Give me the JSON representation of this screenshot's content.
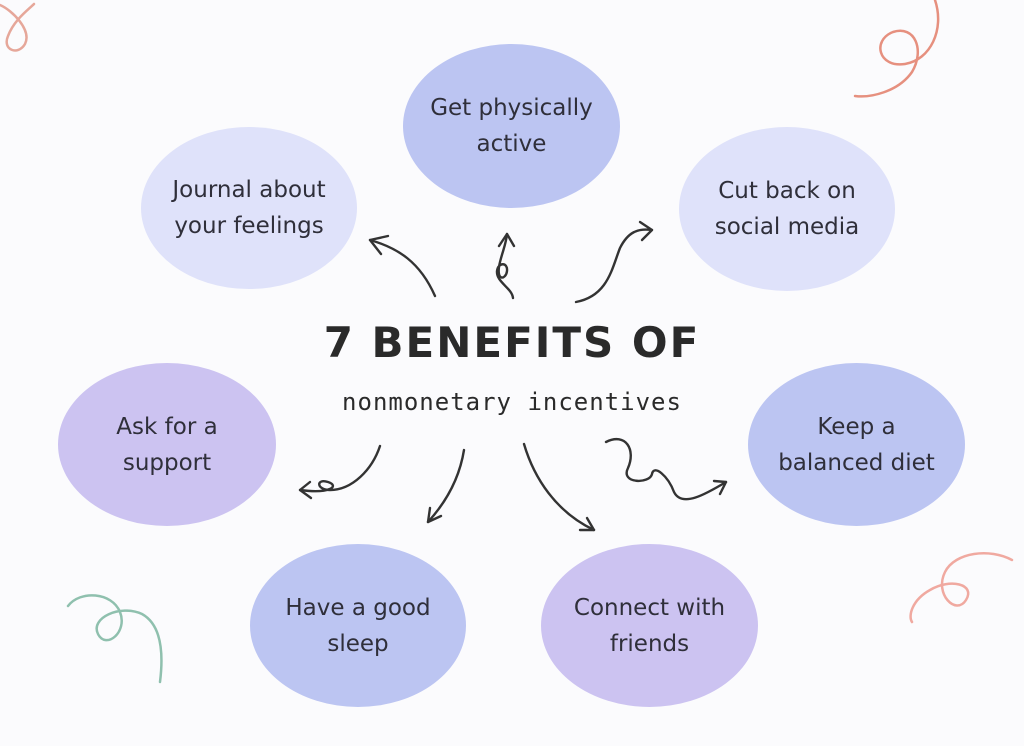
{
  "title": "7 BENEFITS OF",
  "subtitle": "nonmonetary incentives",
  "benefits": [
    {
      "label": "Get physically\nactive",
      "color": "#bcc5f2"
    },
    {
      "label": "Journal about\nyour feelings",
      "color": "#dfe2fa"
    },
    {
      "label": "Cut back on\nsocial media",
      "color": "#dfe2fa"
    },
    {
      "label": "Ask for a support",
      "color": "#ccc3f1"
    },
    {
      "label": "Keep a\nbalanced diet",
      "color": "#bcc5f2"
    },
    {
      "label": "Have a good\nsleep",
      "color": "#bcc5f2"
    },
    {
      "label": "Connect with\nfriends",
      "color": "#ccc3f1"
    }
  ],
  "colors": {
    "arrow": "#333333",
    "coral_squiggle": "#e6907f",
    "teal_squiggle": "#8fc0ae",
    "pink_squiggle": "#f0a9a0"
  }
}
